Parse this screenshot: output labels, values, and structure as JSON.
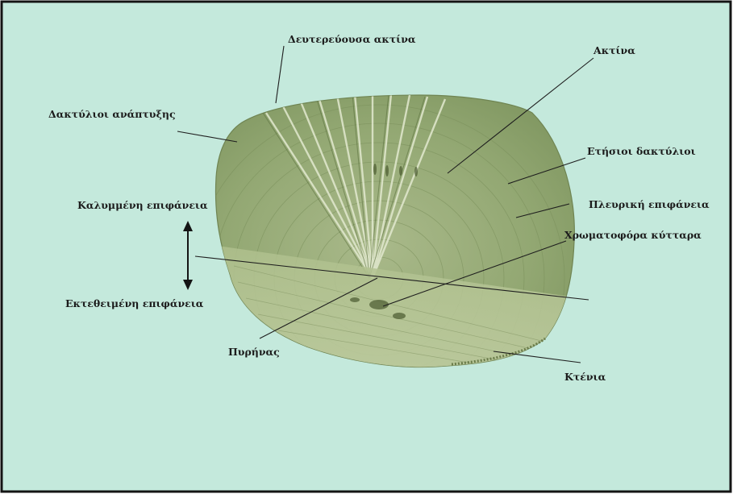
{
  "figure": {
    "colors": {
      "background": "#c4e9dc",
      "frame": "#141414",
      "scale_fill": "#9aae7a",
      "text": "#1c1c1c"
    },
    "labels": {
      "secondary_radius": "Δευτερεύουσα ακτίνα",
      "radius": "Ακτίνα",
      "growth_rings": "Δακτύλιοι ανάπτυξης",
      "annual_rings": "Ετήσιοι δακτύλιοι",
      "covered_surface": "Καλυμμένη επιφάνεια",
      "lateral_surface": "Πλευρική επιφάνεια",
      "chromatophores": "Χρωματοφόρα κύτταρα",
      "exposed_surface": "Εκτεθειμένη επιφάνεια",
      "focus": "Πυρήνας",
      "ctenii": "Κτένια"
    }
  }
}
